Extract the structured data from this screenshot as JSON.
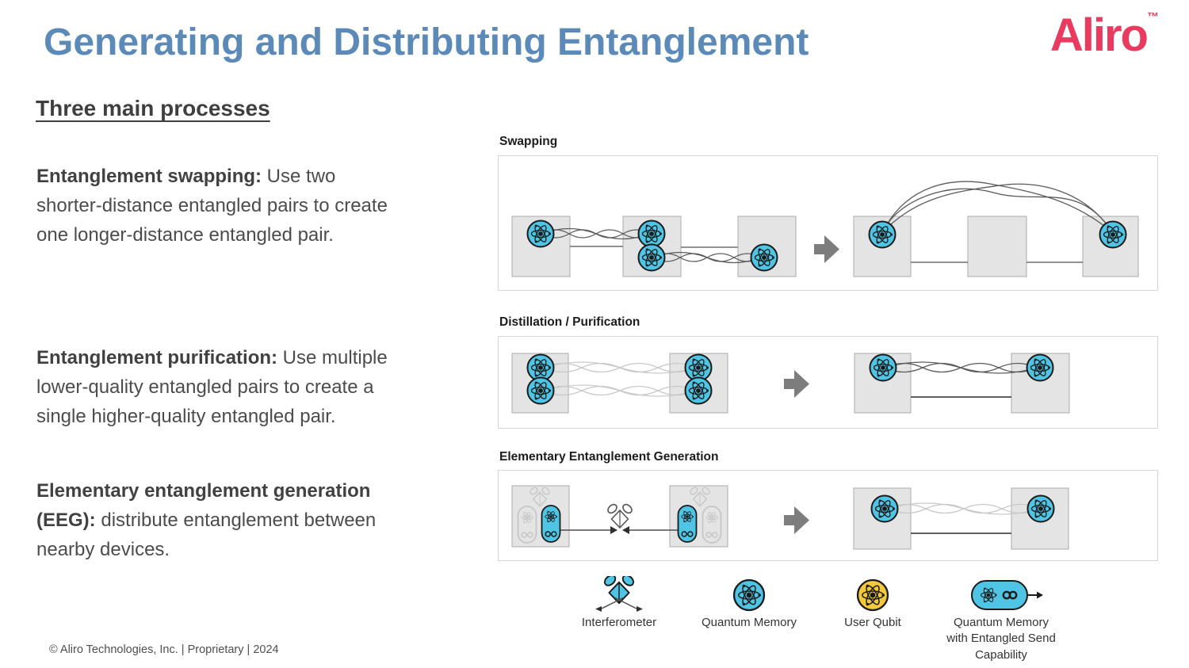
{
  "header": {
    "title": "Generating and Distributing Entanglement",
    "logo_text": "Aliro",
    "logo_tm": "™"
  },
  "left": {
    "heading": "Three main processes",
    "items": [
      {
        "lead": "Entanglement swapping:",
        "body": " Use two\nshorter-distance entangled pairs to create\none longer-distance entangled pair."
      },
      {
        "lead": "Entanglement purification:",
        "body": " Use multiple\nlower-quality entangled pairs to create a\nsingle higher-quality entangled pair."
      },
      {
        "lead": "Elementary entanglement generation\n(EEG):",
        "body": " distribute entanglement between\nnearby devices."
      }
    ]
  },
  "diagram": {
    "sections": [
      {
        "label": "Swapping"
      },
      {
        "label": "Distillation / Purification"
      },
      {
        "label": "Elementary Entanglement Generation"
      }
    ],
    "legend": [
      {
        "icon": "interferometer-icon",
        "label": "Interferometer"
      },
      {
        "icon": "quantum-memory-icon",
        "label": "Quantum Memory"
      },
      {
        "icon": "user-qubit-icon",
        "label": "User Qubit"
      },
      {
        "icon": "quantum-memory-entangled-send-icon",
        "label": "Quantum Memory\nwith Entangled Send\nCapability"
      }
    ]
  },
  "footer": {
    "text": "© Aliro Technologies, Inc.  | Proprietary | 2024"
  },
  "colors": {
    "title_blue": "#5b8ab9",
    "logo_pink": "#e93a5f",
    "memory_cyan": "#4fc4e4",
    "user_qubit_yellow": "#f3c93b",
    "node_box_gray": "#e4e4e4",
    "arrow_gray": "#7d7d7d"
  }
}
